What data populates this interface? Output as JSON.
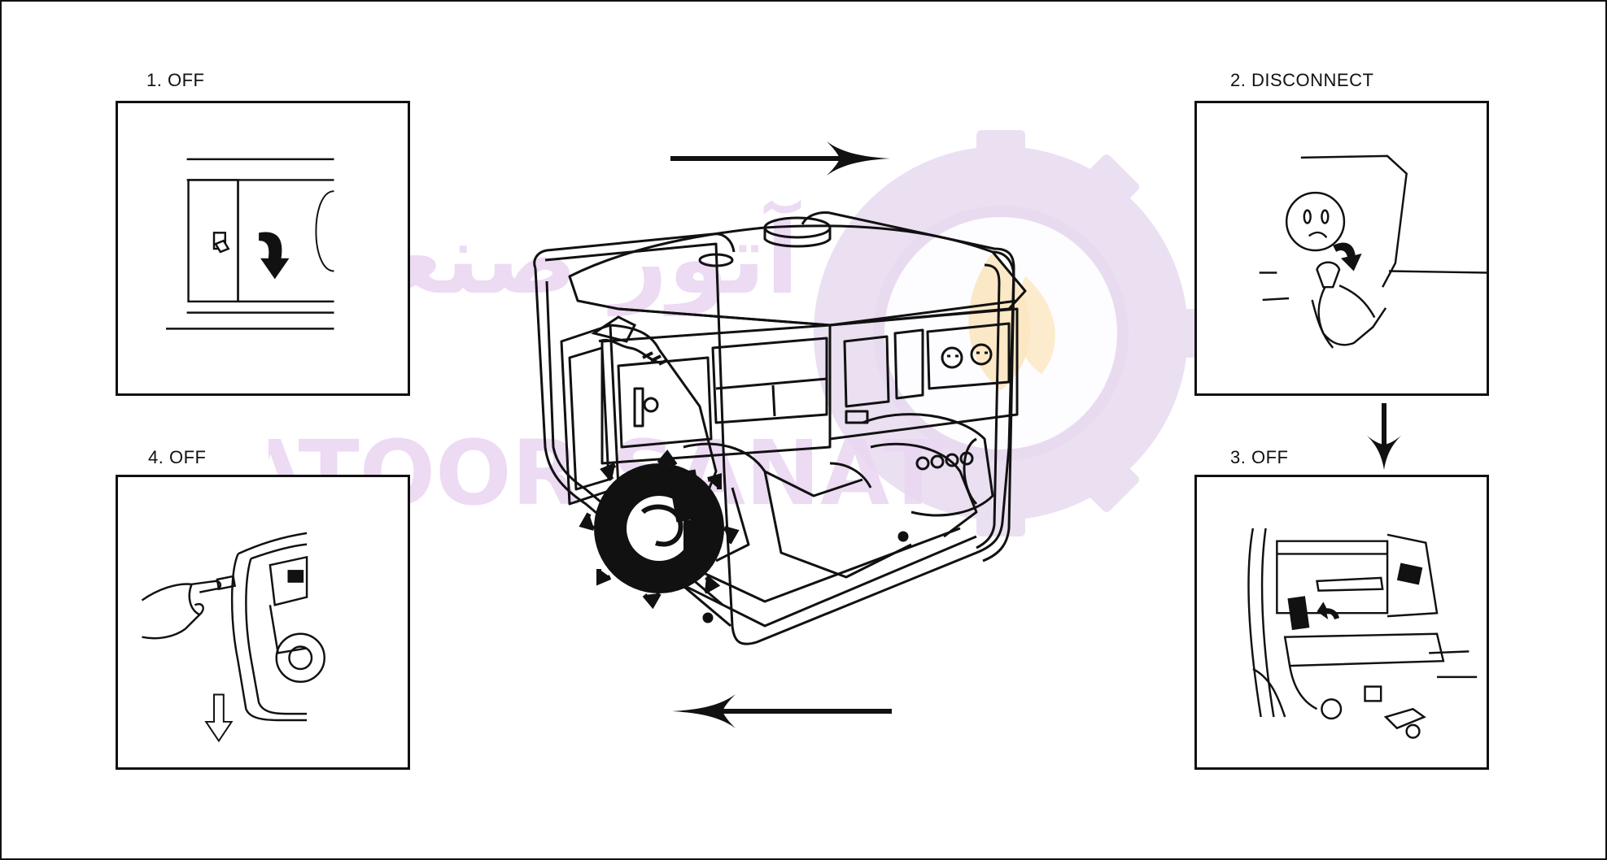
{
  "steps": [
    {
      "label": "1. OFF"
    },
    {
      "label": "2. DISCONNECT"
    },
    {
      "label": "3. OFF"
    },
    {
      "label": "4. OFF"
    }
  ],
  "watermark": {
    "text_fa": "آتور صنعت",
    "text_en": "ATOOR SANAT"
  },
  "colors": {
    "line": "#111111",
    "watermark": "#e6d6ee",
    "watermark_flame": "#fbe8c3"
  }
}
